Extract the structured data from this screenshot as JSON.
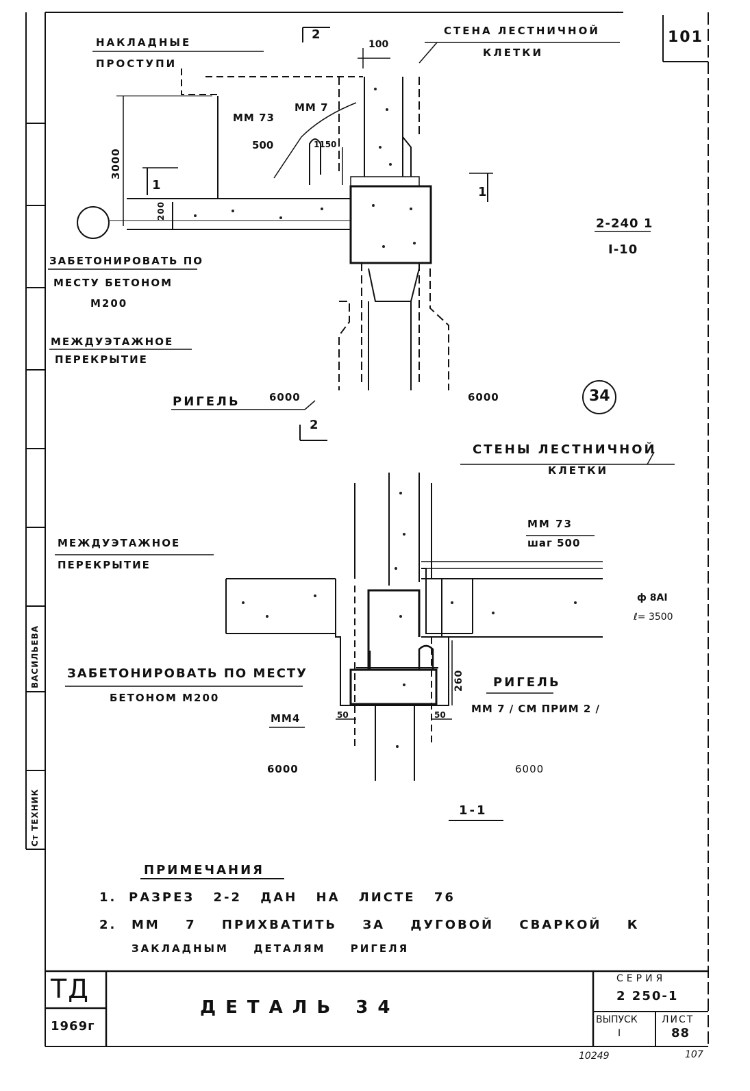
{
  "sheet_number": "101",
  "upper_detail": {
    "label_overlays_1": "НАКЛАДНЫЕ",
    "label_overlays_2": "ПРОСТУПИ",
    "label_wall_1": "СТЕНА ЛЕСТНИЧНОЙ",
    "label_wall_2": "КЛЕТКИ",
    "section_mark_top": "2",
    "dim_100": "100",
    "dim_3000": "3000",
    "mm73": "ММ 73",
    "mm7": "ММ 7",
    "dim_500": "500",
    "dim_1150": "1150",
    "section_left": "1",
    "section_right": "1",
    "dim_200": "200",
    "ref_1": "2-240 1",
    "ref_2": "I-10",
    "label_concrete_1": "ЗАБЕТОНИРОВАТЬ ПО",
    "label_concrete_2": "МЕСТУ БЕТОНОМ",
    "label_concrete_3": "М200",
    "label_floor_1": "МЕЖДУЭТАЖНОЕ",
    "label_floor_2": "ПЕРЕКРЫТИЕ",
    "label_beam": "РИГЕЛЬ",
    "dim_6000_left": "6000",
    "dim_6000_right": "6000",
    "detail_number": "34",
    "section_mark_bottom": "2"
  },
  "section_1_1": {
    "label_walls_1": "СТЕНЫ ЛЕСТНИЧНОЙ",
    "label_walls_2": "КЛЕТКИ",
    "mm73": "ММ 73",
    "step": "шаг 500",
    "label_floor_1": "МЕЖДУЭТАЖНОЕ",
    "label_floor_2": "ПЕРЕКРЫТИЕ",
    "rebar_1": "ф 8АI",
    "rebar_2": "ℓ= 3500",
    "label_concrete_1": "ЗАБЕТОНИРОВАТЬ ПО МЕСТУ",
    "label_concrete_2": "БЕТОНОМ М200",
    "dim_260": "260",
    "label_beam": "РИГЕЛЬ",
    "mm7_note": "ММ 7 / СМ ПРИМ 2 /",
    "mm4": "ММ4",
    "dim_50_left": "50",
    "dim_50_right": "50",
    "dim_6000_left": "6000",
    "dim_6000_right": "6000",
    "section_title": "1-1"
  },
  "notes": {
    "title": "ПРИМЕЧАНИЯ",
    "n1_num": "1.",
    "n1_text": "РАЗРЕЗ 2-2 ДАН НА ЛИСТЕ 76",
    "n2_num": "2.",
    "n2_text_1": "ММ 7 ПРИХВАТИТЬ ЗА ДУГОВОЙ СВАРКОЙ К",
    "n2_text_2": "ЗАКЛАДНЫМ ДЕТАЛЯМ РИГЕЛЯ"
  },
  "side_stamp": {
    "role_1": "Ст ТЕХНИК",
    "role_2": "ВАСИЛЬЕВА"
  },
  "title_block": {
    "org": "ТД",
    "year": "1969г",
    "title": "ДЕТАЛЬ 34",
    "series_label": "СЕРИЯ",
    "series_value": "2 250-1",
    "issue_label": "ВЫПУСК",
    "issue_value": "I",
    "sheet_label": "ЛИСТ",
    "sheet_value": "88",
    "archive_number": "10249",
    "page_number": "107"
  }
}
